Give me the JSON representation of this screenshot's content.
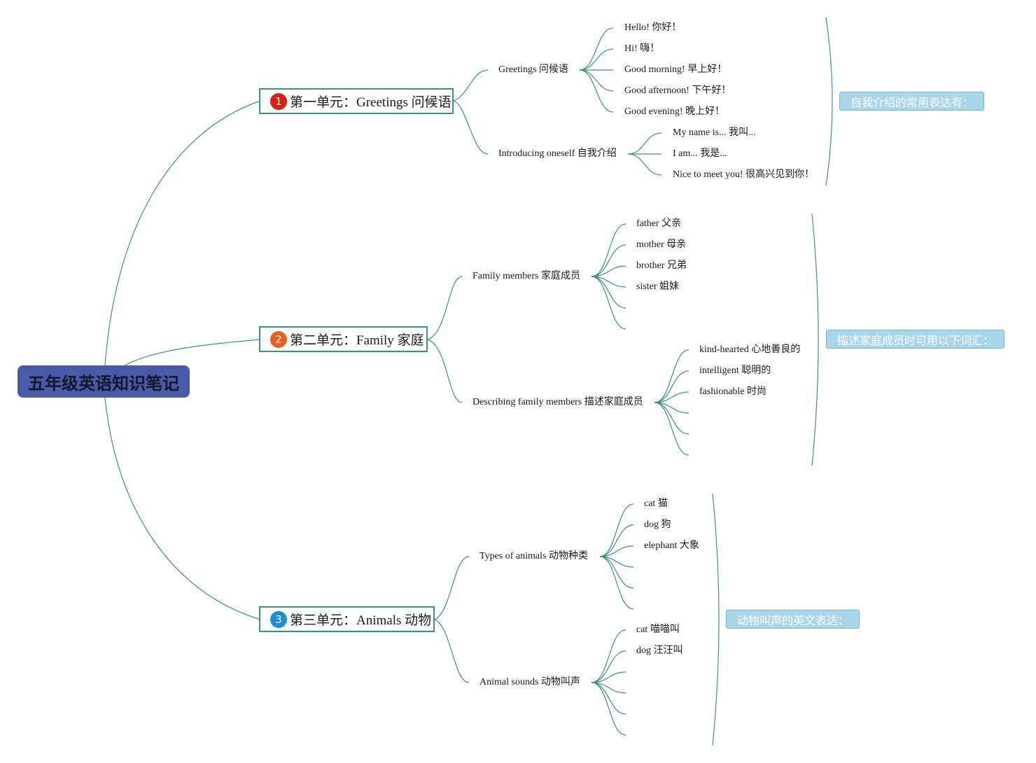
{
  "colors": {
    "line": "#3f8f86",
    "root": "#4a5aa6",
    "badge1": "#d7200e",
    "badge2": "#e8621b",
    "badge3": "#1a8ed8",
    "summary": "#a9d6ea"
  },
  "root": {
    "label": "五年级英语知识笔记"
  },
  "units": [
    {
      "number": "1",
      "label": "第一单元：Greetings 问候语",
      "summary": "自我介绍的常用表达有：",
      "topics": [
        {
          "label": "Greetings 问候语",
          "leaves": [
            "Hello! 你好！",
            "Hi! 嗨！",
            "Good morning! 早上好！",
            "Good afternoon! 下午好！",
            "Good evening! 晚上好！"
          ]
        },
        {
          "label": "Introducing oneself 自我介绍",
          "leaves": [
            "My name is... 我叫...",
            "I am... 我是...",
            "Nice to meet you! 很高兴见到你！"
          ]
        }
      ]
    },
    {
      "number": "2",
      "label": "第二单元：Family 家庭",
      "summary": "描述家庭成员时可用以下词汇：",
      "topics": [
        {
          "label": "Family members 家庭成员",
          "leaves": [
            "father 父亲",
            "mother 母亲",
            "brother 兄弟",
            "sister 姐妹"
          ]
        },
        {
          "label": "Describing family members 描述家庭成员",
          "leaves": [
            "kind-hearted 心地善良的",
            "intelligent 聪明的",
            "fashionable 时尚"
          ]
        }
      ]
    },
    {
      "number": "3",
      "label": "第三单元：Animals 动物",
      "summary": "动物叫声的英文表达：",
      "topics": [
        {
          "label": "Types of animals 动物种类",
          "leaves": [
            "cat 猫",
            "dog 狗",
            "elephant 大象"
          ]
        },
        {
          "label": "Animal sounds 动物叫声",
          "leaves": [
            "cat 喵喵叫",
            "dog 汪汪叫"
          ]
        }
      ]
    }
  ]
}
